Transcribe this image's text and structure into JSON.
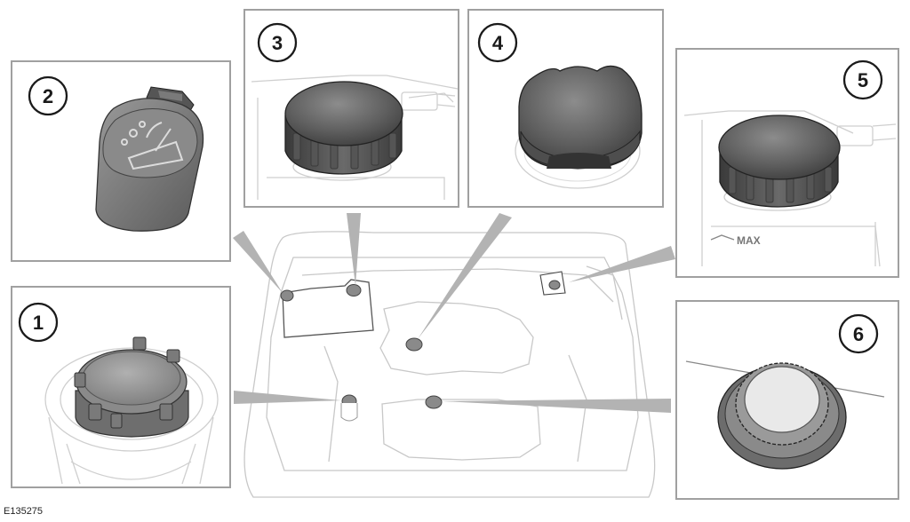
{
  "figure_code": "E135275",
  "callouts": {
    "c1": "1",
    "c2": "2",
    "c3": "3",
    "c4": "4",
    "c5": "5",
    "c6": "6"
  },
  "reservoir_marking": "MAX",
  "colors": {
    "panel_border": "#a0a0a0",
    "cap_dark": "#4a4a4a",
    "cap_mid": "#707070",
    "cap_light": "#9a9a9a",
    "leader": "#b3b3b3",
    "outline": "#c8c8c8"
  }
}
